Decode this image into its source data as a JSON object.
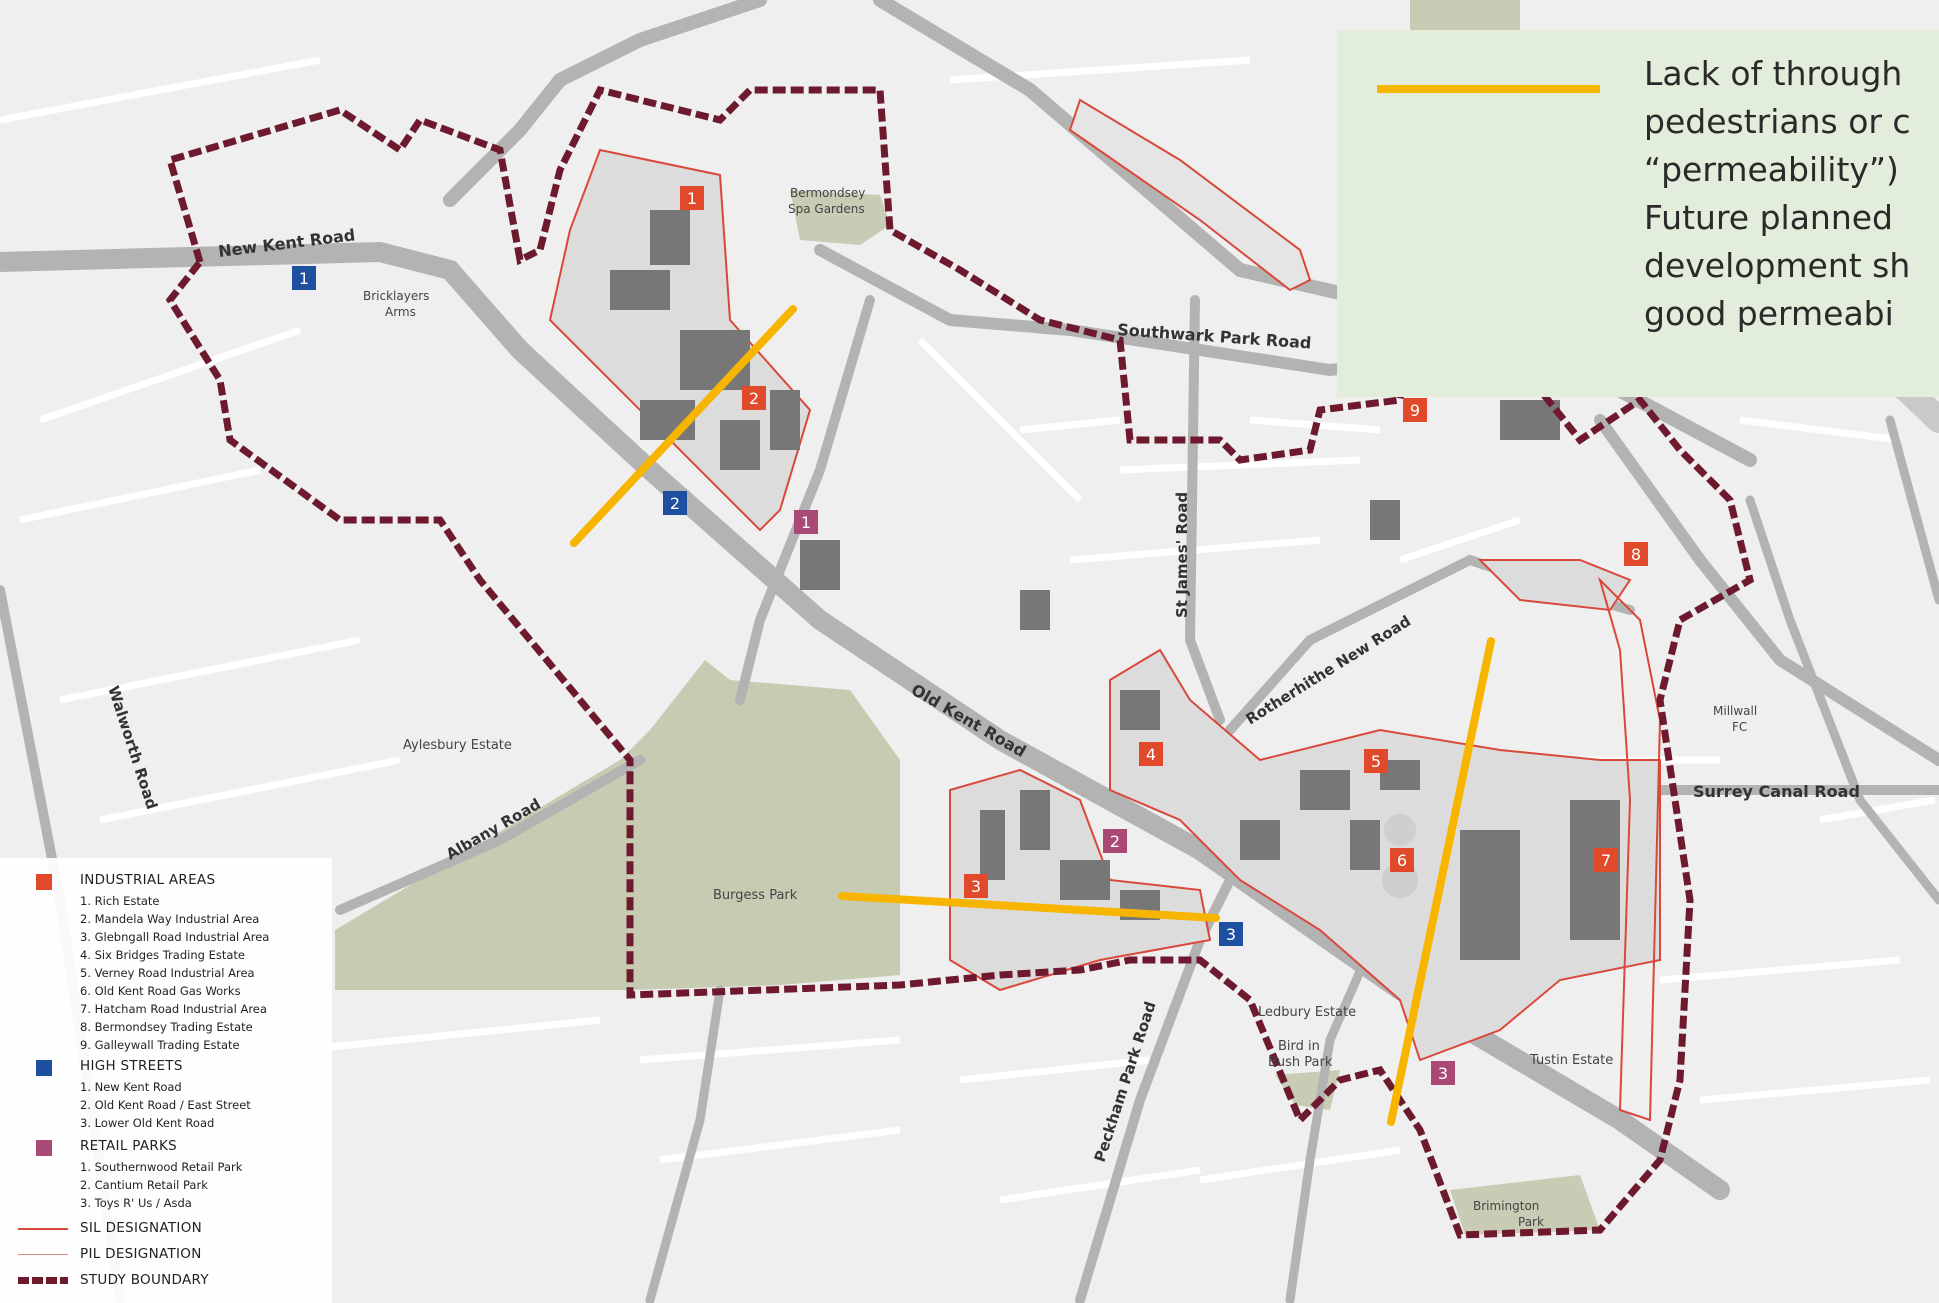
{
  "note": {
    "accent_color": "#f7b500",
    "lines": [
      "Lack of through",
      "pedestrians or c",
      "“permeability”)",
      "Future planned",
      "development sh",
      "good permeabi"
    ]
  },
  "roads": {
    "new_kent": "New Kent Road",
    "southwark_park": "Southwark Park Road",
    "st_james": "St James' Road",
    "rotherhithe": "Rotherhithe New Road",
    "old_kent": "Old Kent Road",
    "albany": "Albany Road",
    "walworth": "Walworth Road",
    "peckham_park": "Peckham Park Road",
    "surrey_canal": "Surrey Canal Road"
  },
  "places": {
    "bricklayers_1": "Bricklayers",
    "bricklayers_2": "Arms",
    "bermondsey_spa_1": "Bermondsey",
    "bermondsey_spa_2": "Spa Gardens",
    "aylesbury": "Aylesbury Estate",
    "burgess": "Burgess Park",
    "ledbury": "Ledbury Estate",
    "bird_bush_1": "Bird in",
    "bird_bush_2": "Bush Park",
    "tustin": "Tustin Estate",
    "millwall_1": "Millwall",
    "millwall_2": "FC",
    "brimington_1": "Brimington",
    "brimington_2": "Park"
  },
  "markers": [
    {
      "label": "1",
      "kind": "industrial"
    },
    {
      "label": "2",
      "kind": "industrial"
    },
    {
      "label": "3",
      "kind": "industrial"
    },
    {
      "label": "4",
      "kind": "industrial"
    },
    {
      "label": "5",
      "kind": "industrial"
    },
    {
      "label": "6",
      "kind": "industrial"
    },
    {
      "label": "7",
      "kind": "industrial"
    },
    {
      "label": "8",
      "kind": "industrial"
    },
    {
      "label": "9",
      "kind": "industrial"
    },
    {
      "label": "1",
      "kind": "high_street"
    },
    {
      "label": "2",
      "kind": "high_street"
    },
    {
      "label": "3",
      "kind": "high_street"
    },
    {
      "label": "1",
      "kind": "retail"
    },
    {
      "label": "2",
      "kind": "retail"
    },
    {
      "label": "3",
      "kind": "retail"
    }
  ],
  "colors": {
    "industrial": "#e04a2a",
    "high_street": "#1e4fa0",
    "retail": "#a84a73",
    "boundary": "#6e1a2e",
    "sil": "#d9483a",
    "pil": "#d98a8a",
    "park": "#c7cbb2"
  },
  "legend": {
    "industrial_title": "INDUSTRIAL AREAS",
    "industrial_items": [
      "1. Rich Estate",
      "2. Mandela Way Industrial Area",
      "3. Glebngall Road Industrial Area",
      "4. Six Bridges Trading Estate",
      "5. Verney Road Industrial Area",
      "6. Old Kent Road Gas Works",
      "7. Hatcham Road Industrial Area",
      "8. Bermondsey Trading Estate",
      "9. Galleywall Trading Estate"
    ],
    "high_title": "HIGH STREETS",
    "high_items": [
      "1. New Kent Road",
      "2. Old Kent Road / East Street",
      "3. Lower Old Kent Road"
    ],
    "retail_title": "RETAIL PARKS",
    "retail_items": [
      "1. Southernwood Retail Park",
      "2. Cantium Retail Park",
      "3. Toys R' Us / Asda"
    ],
    "sil": "SIL DESIGNATION",
    "pil": "PIL DESIGNATION",
    "boundary": "STUDY BOUNDARY"
  }
}
